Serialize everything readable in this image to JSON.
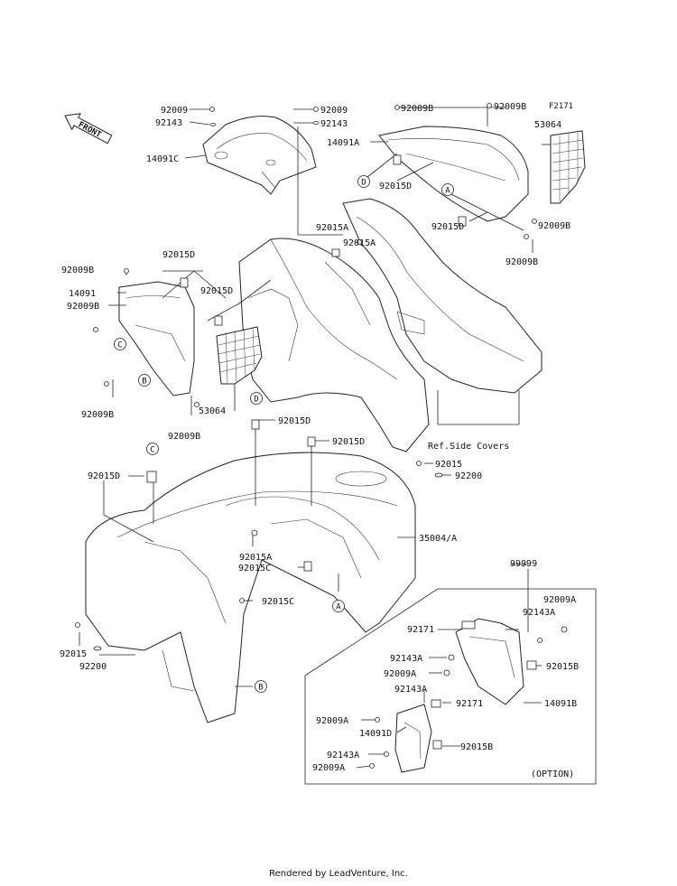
{
  "diagram_code": "F2171",
  "front_label": "FRONT",
  "footer": "Rendered by LeadVenture, Inc.",
  "labels": {
    "l92009_a": "92009",
    "l92143_a": "92143",
    "l14091C": "14091C",
    "l92009_b": "92009",
    "l92143_b": "92143",
    "l92009B_a": "92009B",
    "l92009B_b": "92009B",
    "l14091A": "14091A",
    "l53064_a": "53064",
    "l92015D_a": "92015D",
    "l92015D_b": "92015D",
    "l92015A_a": "92015A",
    "l92015A_b": "92015A",
    "l92009B_c": "92009B",
    "l92009B_d": "92009B",
    "l92015D_c": "92015D",
    "l92009B_e": "92009B",
    "l14091": "14091",
    "l92009B_f": "92009B",
    "l92015D_d": "92015D",
    "l92009B_g": "92009B",
    "l53064_b": "53064",
    "l92009B_h": "92009B",
    "l92015D_e": "92015D",
    "l92015D_f": "92015D",
    "refSide": "Ref.Side Covers",
    "l92015_a": "92015",
    "l92200_a": "92200",
    "l92015D_g": "92015D",
    "l35004": "35004/A",
    "l92015A_c": "92015A",
    "l92015C_a": "92015C",
    "l92015C_b": "92015C",
    "l92015_b": "92015",
    "l92200_b": "92200",
    "l99999": "99999",
    "l92009A_a": "92009A",
    "l92143A_a": "92143A",
    "l92171_a": "92171",
    "l92143A_b": "92143A",
    "l92015B_a": "92015B",
    "l92009A_b": "92009A",
    "l92143A_c": "92143A",
    "l92171_b": "92171",
    "l14091B": "14091B",
    "l92009A_c": "92009A",
    "l14091D": "14091D",
    "l92015B_b": "92015B",
    "l92143A_d": "92143A",
    "l92009A_d": "92009A",
    "option": "(OPTION)"
  },
  "callouts": {
    "a": "A",
    "b": "B",
    "c": "C",
    "d": "D"
  }
}
